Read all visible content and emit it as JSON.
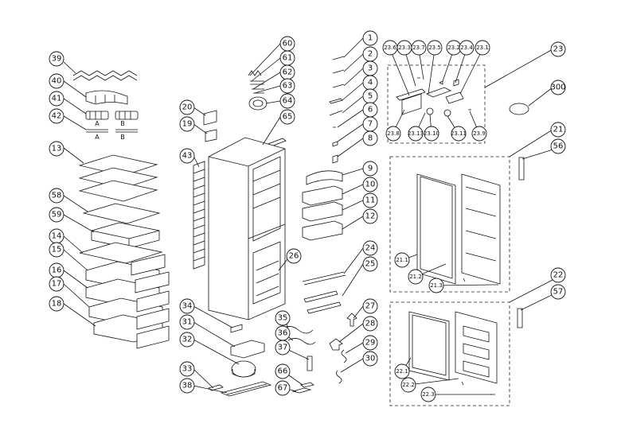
{
  "callouts_left": [
    "39",
    "40",
    "41",
    "42",
    "13",
    "58",
    "59",
    "14",
    "15",
    "16",
    "17",
    "18"
  ],
  "callouts_center": [
    "60",
    "61",
    "62",
    "63",
    "64",
    "20",
    "19",
    "65",
    "43",
    "26",
    "34",
    "31",
    "32",
    "33",
    "38",
    "35",
    "36",
    "37",
    "66",
    "67"
  ],
  "callouts_right_col": [
    "1",
    "2",
    "3",
    "4",
    "5",
    "6",
    "7",
    "8",
    "9",
    "10",
    "11",
    "12",
    "24",
    "25",
    "27",
    "28",
    "29",
    "30"
  ],
  "callouts_hinge_group": [
    "23",
    "23.6",
    "23.3",
    "23.7",
    "23.5",
    "23.2",
    "23.4",
    "23.1",
    "23.8",
    "23.13",
    "23.10",
    "23.11",
    "23.9",
    "300"
  ],
  "callouts_door_upper": [
    "21",
    "56",
    "21.1",
    "21.2",
    "21.3"
  ],
  "callouts_door_lower": [
    "22",
    "57",
    "22.1",
    "22.2",
    "22.3"
  ],
  "part_variants": {
    "a": "A",
    "b": "B"
  }
}
